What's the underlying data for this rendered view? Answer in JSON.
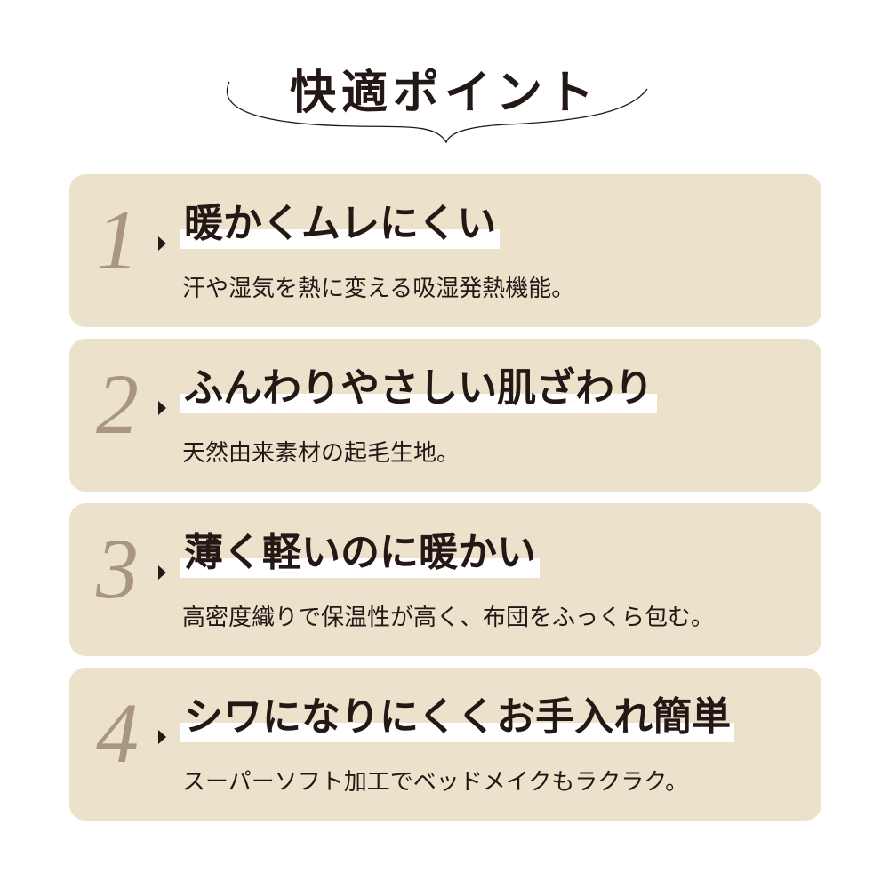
{
  "title": "快適ポイント",
  "colors": {
    "card": "#ece2cc",
    "number": "#a89583",
    "text": "#231815",
    "highlight": "#ffffff"
  },
  "points": [
    {
      "number": "1",
      "heading": "暖かくムレにくい",
      "description": "汗や湿気を熱に変える吸湿発熱機能。"
    },
    {
      "number": "2",
      "heading": "ふんわりやさしい肌ざわり",
      "description": "天然由来素材の起毛生地。"
    },
    {
      "number": "3",
      "heading": "薄く軽いのに暖かい",
      "description": "高密度織りで保温性が高く、布団をふっくら包む。"
    },
    {
      "number": "4",
      "heading": "シワになりにくくお手入れ簡単",
      "description": "スーパーソフト加工でベッドメイクもラクラク。"
    }
  ]
}
